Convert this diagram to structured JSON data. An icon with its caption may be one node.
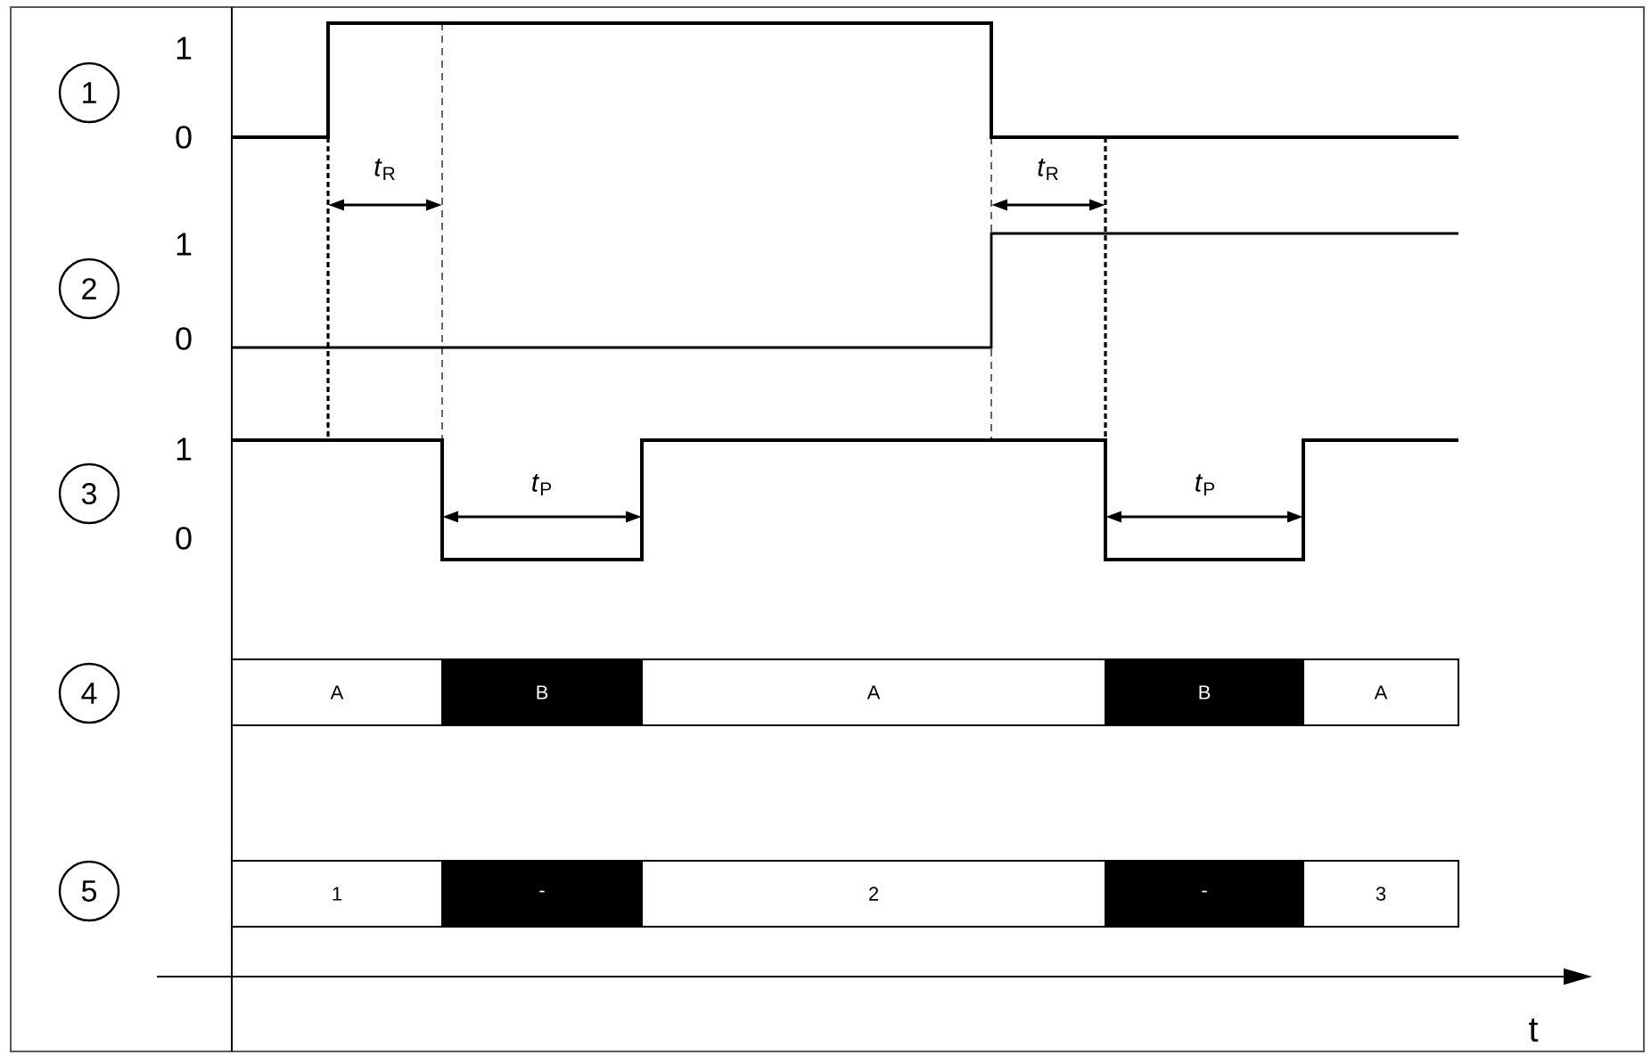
{
  "diagram": {
    "nodes": [
      {
        "text": [
          "1"
        ]
      },
      {
        "text": [
          "2"
        ]
      },
      {
        "text": [
          "3"
        ]
      },
      {
        "text": [
          "4"
        ]
      },
      {
        "text": [
          "5"
        ]
      },
      {
        "text": [
          "A"
        ]
      },
      {
        "text": [
          "B"
        ]
      },
      {
        "text": [
          "A"
        ]
      },
      {
        "text": [
          "B"
        ]
      },
      {
        "text": [
          "A"
        ]
      },
      {
        "text": [
          "1"
        ]
      },
      {
        "text": [
          "-"
        ]
      },
      {
        "text": [
          "2"
        ]
      },
      {
        "text": [
          "-"
        ]
      },
      {
        "text": [
          "3"
        ]
      }
    ],
    "labels": [
      "1",
      "0",
      "*t*$_{R}$",
      "*t*$_{R}$",
      "1",
      "0",
      "1",
      "0",
      "*t*$_{P}$",
      "*t*$_{P}$",
      "t"
    ]
  }
}
